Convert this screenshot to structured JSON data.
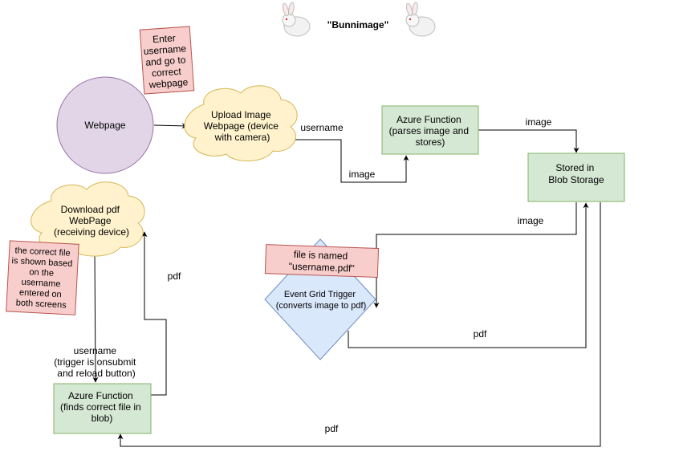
{
  "title": "\"Bunnimage\"",
  "nodes": {
    "webpage": {
      "label": [
        "Webpage"
      ],
      "fill": "#e1d5e7",
      "stroke": "#9673a6"
    },
    "upload": {
      "label": [
        "Upload Image",
        "Webpage (device",
        "with camera)"
      ],
      "fill": "#fff2cc",
      "stroke": "#d6b656"
    },
    "azure_parse": {
      "label": [
        "Azure Function",
        "(parses image and",
        "stores)"
      ],
      "fill": "#d5e8d4",
      "stroke": "#82b366"
    },
    "blob": {
      "label": [
        "Stored in",
        "Blob Storage"
      ],
      "fill": "#d5e8d4",
      "stroke": "#82b366"
    },
    "event_grid": {
      "label": [
        "Event Grid Trigger",
        "(converts image to pdf)"
      ],
      "fill": "#dae8fc",
      "stroke": "#6c8ebf"
    },
    "download": {
      "label": [
        "Download pdf",
        "WebPage",
        "(receiving device)"
      ],
      "fill": "#fff2cc",
      "stroke": "#d6b656"
    },
    "azure_find": {
      "label": [
        "Azure Function",
        "(finds correct file in",
        "blob)"
      ],
      "fill": "#d5e8d4",
      "stroke": "#82b366"
    }
  },
  "notes": {
    "enter_username": {
      "label": [
        "Enter",
        "username",
        "and go to",
        "correct",
        "webpage"
      ],
      "fill": "#f8cecc",
      "stroke": "#b85450"
    },
    "file_named": {
      "label": [
        "file is named",
        "\"username.pdf\""
      ],
      "fill": "#f8cecc",
      "stroke": "#b85450"
    },
    "correct_file": {
      "label": [
        "the correct file",
        "is shown based",
        "on the",
        "username",
        "entered on",
        "both screens"
      ],
      "fill": "#f8cecc",
      "stroke": "#b85450"
    }
  },
  "edge_labels": {
    "username_top": "username",
    "image_1": "image",
    "image_2": "image",
    "image_3": "image",
    "pdf_event": "pdf",
    "pdf_left": "pdf",
    "pdf_bottom": "pdf",
    "username_bottom": [
      "username",
      "(trigger is onsubmit",
      "and reload button)"
    ]
  }
}
